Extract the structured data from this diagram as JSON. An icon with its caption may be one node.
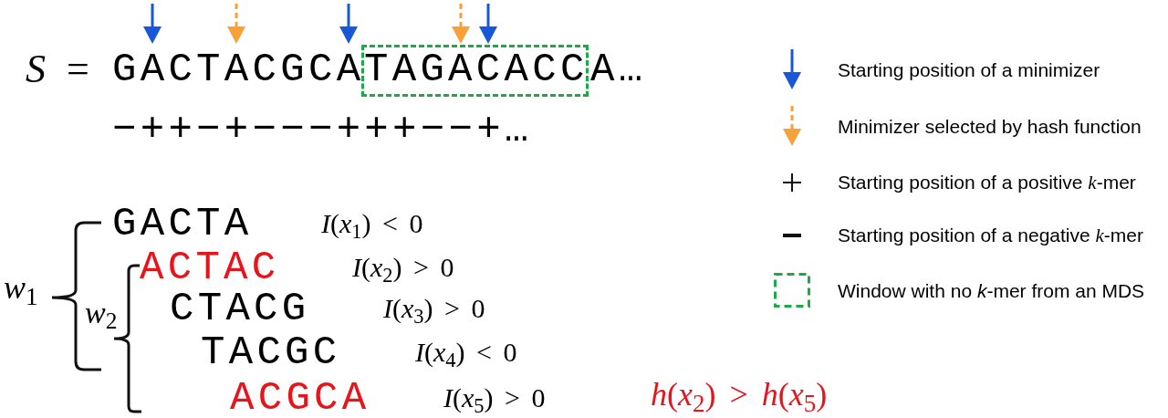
{
  "diagram": {
    "nodes": [
      {
        "text": [
          "TAGACACC"
        ]
      }
    ],
    "labels": [
      "*S* =",
      "GACTACGCA",
      "A…",
      "−++−+−−−+++−−+…",
      "GACTA",
      "*I*(*x*$_{1}$) < 0",
      "ACTAC",
      "*I*(*x*$_{2}$) > 0",
      "*w*$_{1}$",
      "*w*$_{2}$",
      "CTACG",
      "*I*(*x*$_{3}$) > 0",
      "TACGC",
      "*I*(*x*$_{4}$) < 0",
      "ACGCA",
      "*I*(*x*$_{5}$) > 0",
      "*h*(*x*$_{2}$) > *h*(*x*$_{5}$)"
    ],
    "legend": [
      {
        "text": "Starting position of a minimizer"
      },
      {
        "text": "Minimizer selected by hash function"
      },
      {
        "text": "Starting position of a positive *k*-mer"
      },
      {
        "text": "Starting position of a negative *k*-mer"
      },
      {
        "text": "Window with no *k*-mer from an MDS"
      }
    ]
  }
}
